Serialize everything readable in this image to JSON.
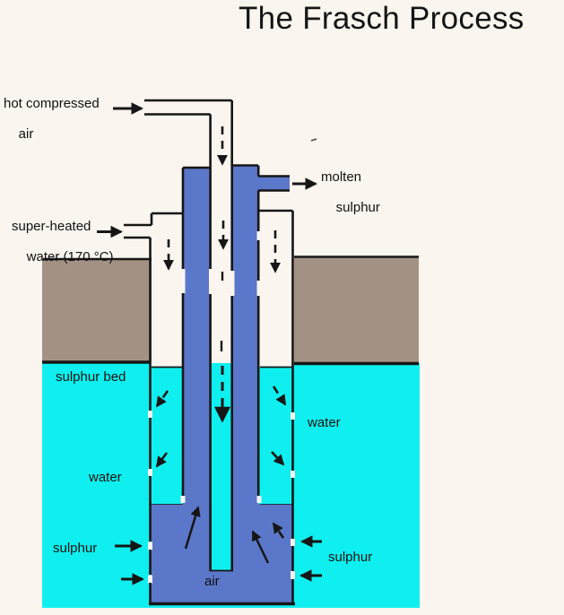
{
  "title": "The Frasch Process",
  "labels": {
    "hot_compressed_air": {
      "line1": "hot compressed",
      "line2": "air"
    },
    "superheated_water": {
      "line1": "super-heated",
      "line2": "water (170 °C)"
    },
    "molten_sulphur": {
      "line1": "molten",
      "line2": "sulphur"
    },
    "sulphur_bed": "sulphur bed",
    "water_left": "water",
    "water_right": "water",
    "sulphur_left": "sulphur",
    "sulphur_right": "sulphur",
    "air_chamber": "air"
  },
  "colors": {
    "background": "#faf5ef",
    "pipe_blue": "#5b77c9",
    "water_cyan": "#0fefef",
    "ground_taupe": "#a39284",
    "line_black": "#161616",
    "text": "#111111"
  }
}
